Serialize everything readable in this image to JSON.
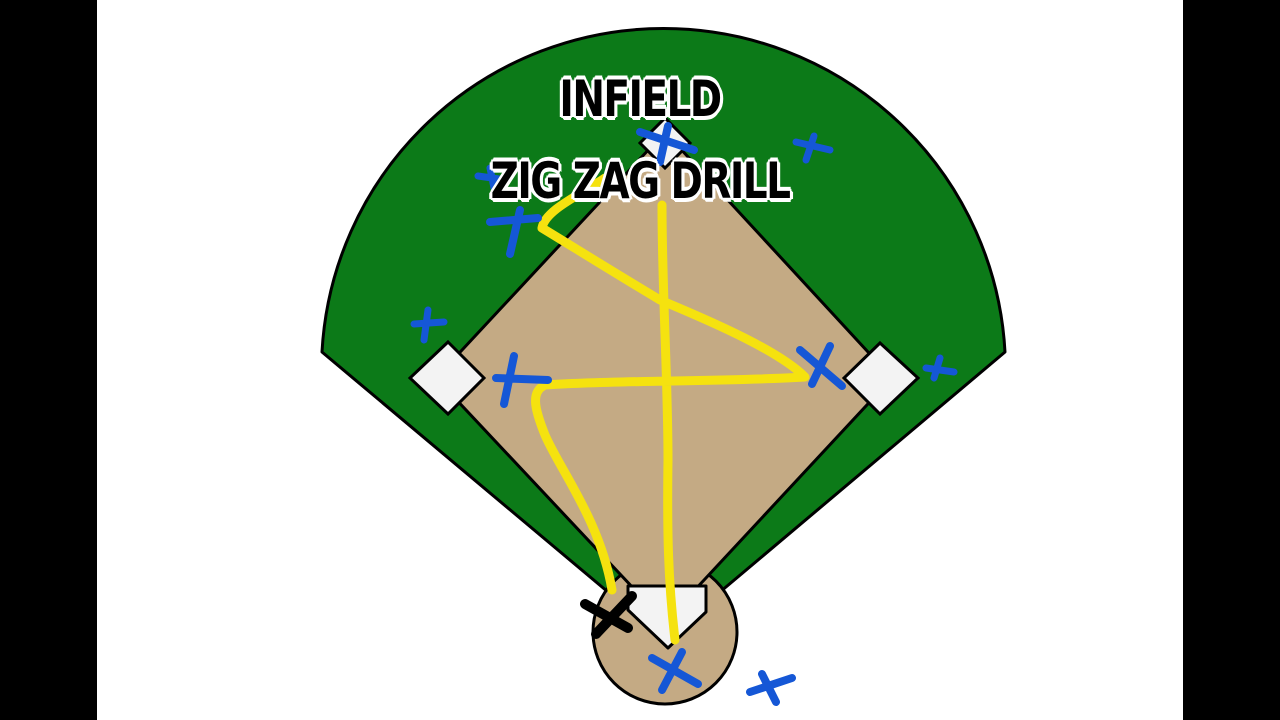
{
  "title": {
    "line1": "INFIELD",
    "line2": "ZIG ZAG DRILL"
  },
  "colors": {
    "outfield_grass": "#0c7a18",
    "infield_dirt": "#c4aa84",
    "base": "#f3f3f3",
    "ball_path": "#f5e20f",
    "player_marker": "#1557d6",
    "coach_marker": "#000000"
  },
  "markers": {
    "players": [
      "player-x",
      "player-x",
      "player-x",
      "player-x",
      "player-x",
      "player-x",
      "player-x",
      "player-x",
      "player-x",
      "player-x"
    ],
    "coach": "coach-x"
  }
}
